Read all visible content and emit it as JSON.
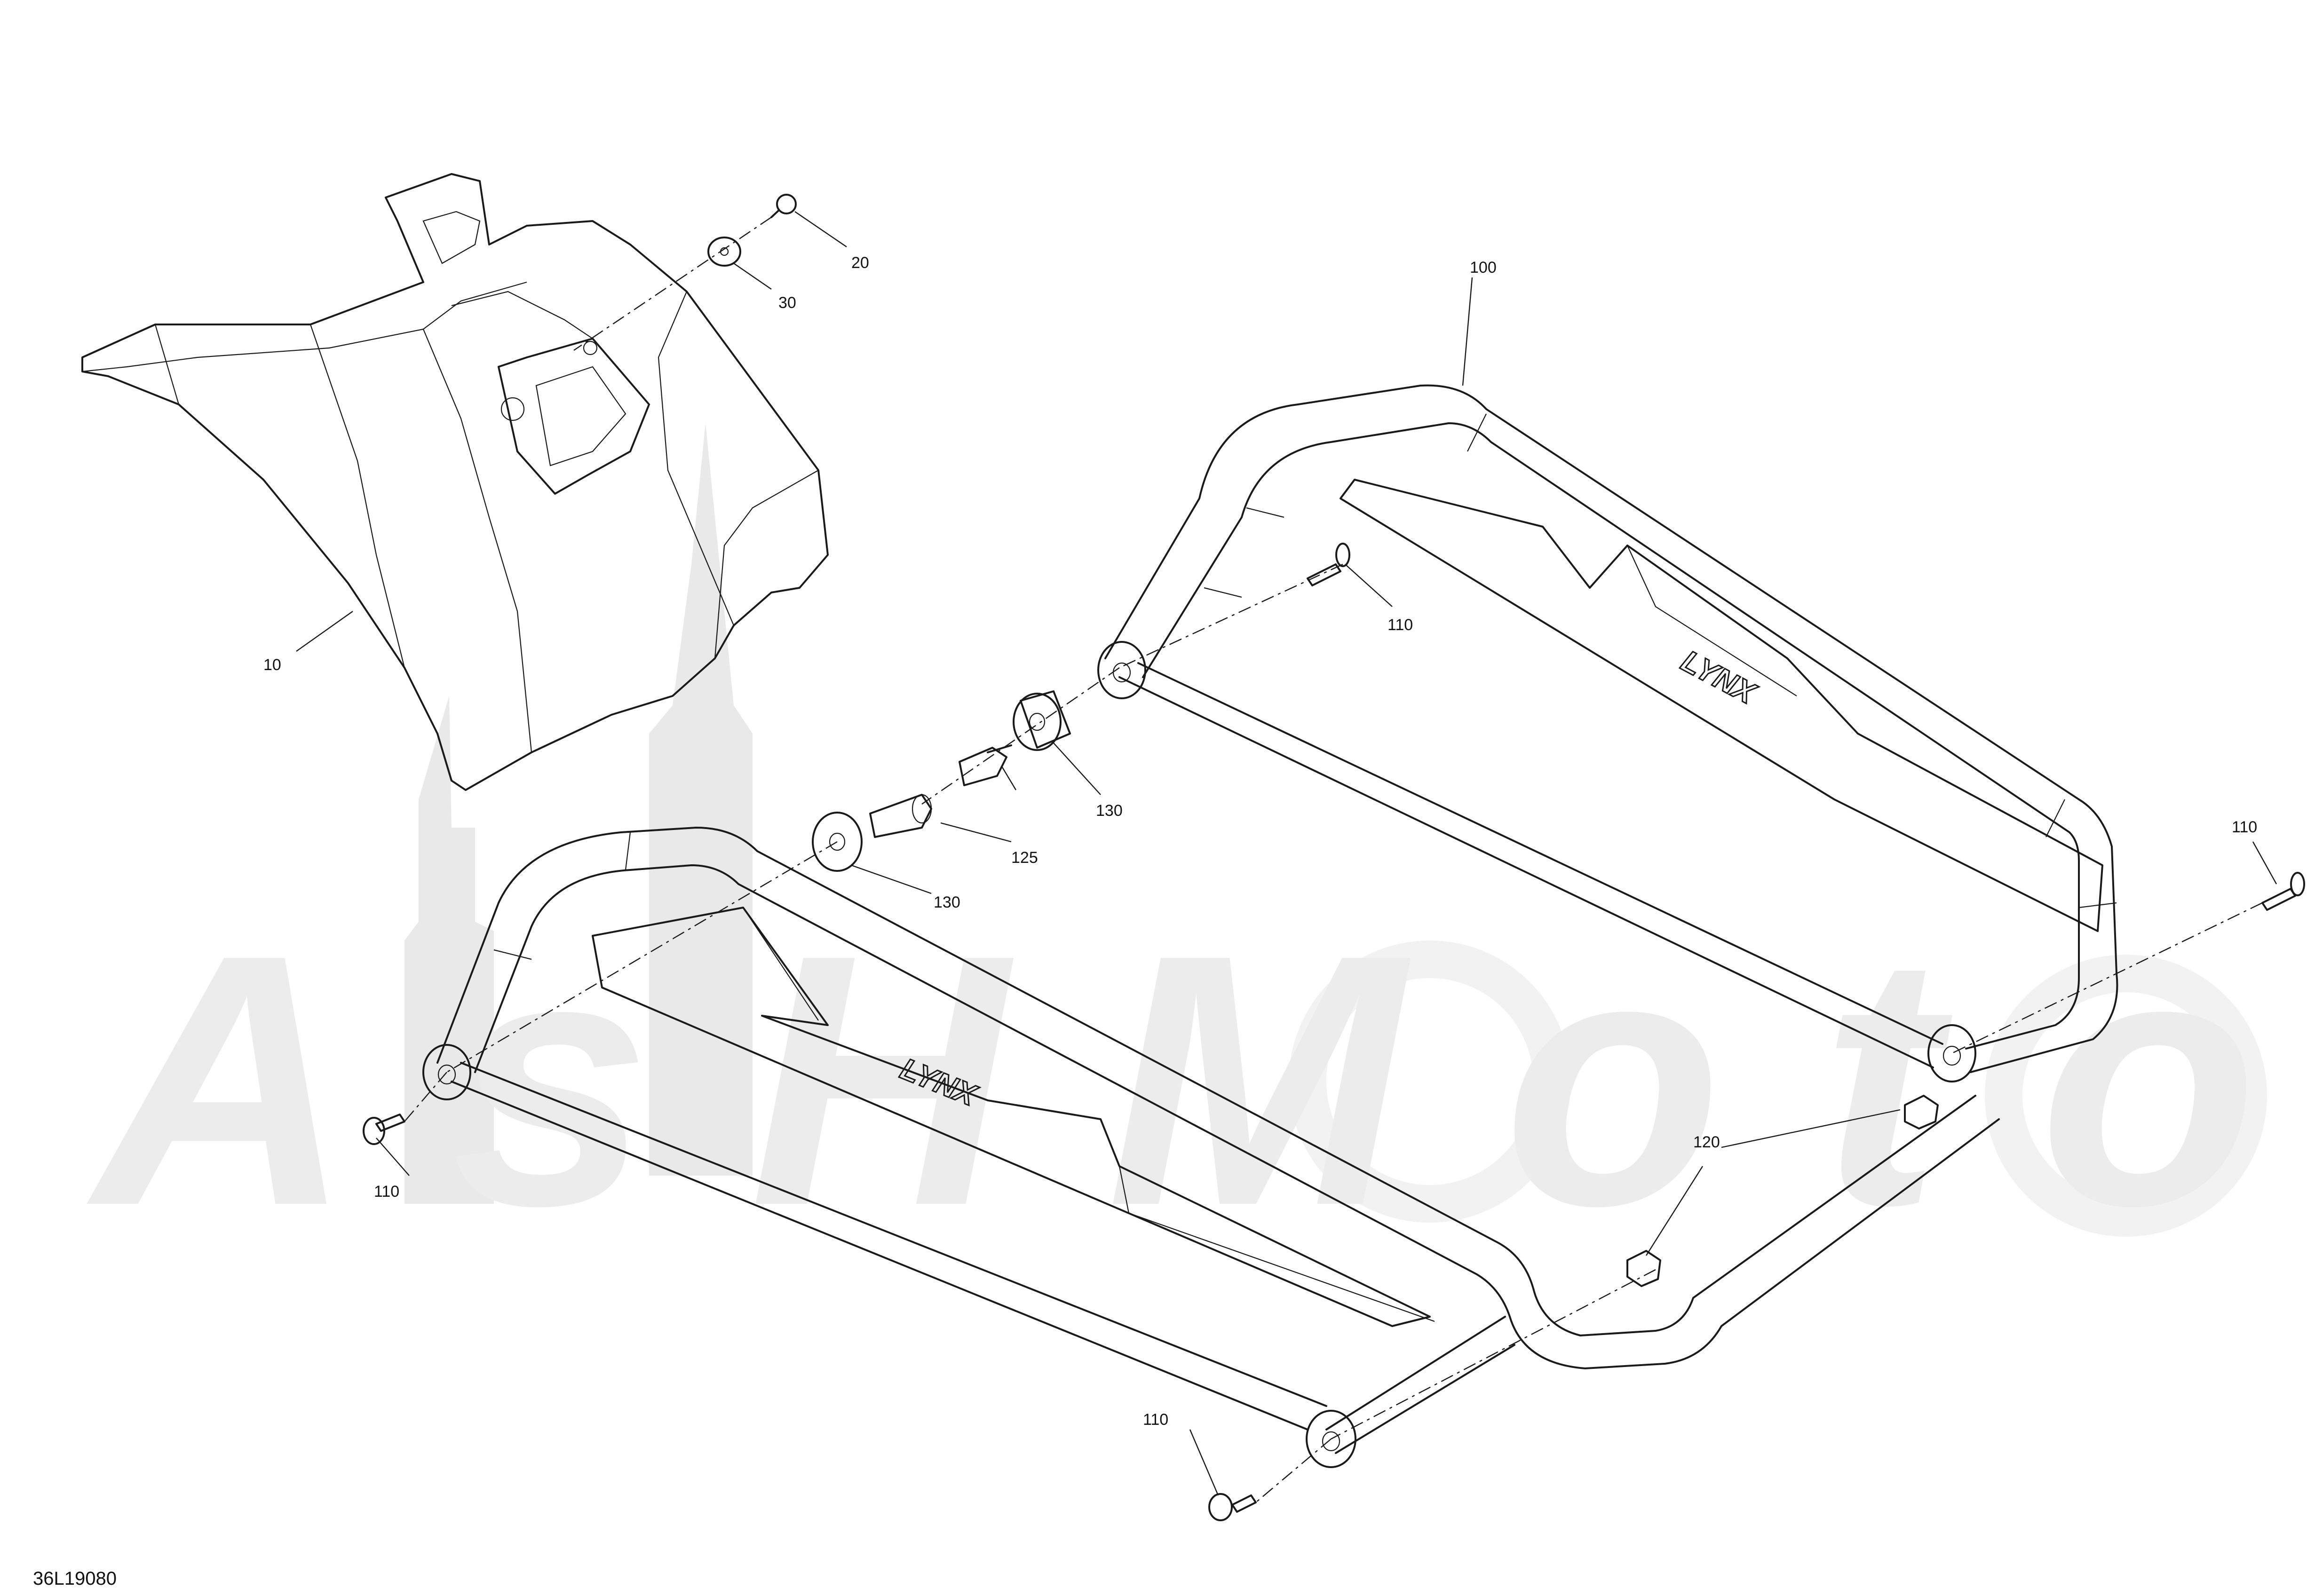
{
  "diagram": {
    "reference_code": "36L19080",
    "watermark_text": "AsHMoto",
    "logo_text": "LYNX",
    "callouts": [
      {
        "id": "c10",
        "label": "10"
      },
      {
        "id": "c20",
        "label": "20"
      },
      {
        "id": "c30",
        "label": "30"
      },
      {
        "id": "c100",
        "label": "100"
      },
      {
        "id": "c110a",
        "label": "110"
      },
      {
        "id": "c110b",
        "label": "110"
      },
      {
        "id": "c110c",
        "label": "110"
      },
      {
        "id": "c110d",
        "label": "110"
      },
      {
        "id": "c120",
        "label": "120"
      },
      {
        "id": "c125",
        "label": "125"
      },
      {
        "id": "c130a",
        "label": "130"
      },
      {
        "id": "c130b",
        "label": "130"
      }
    ]
  }
}
